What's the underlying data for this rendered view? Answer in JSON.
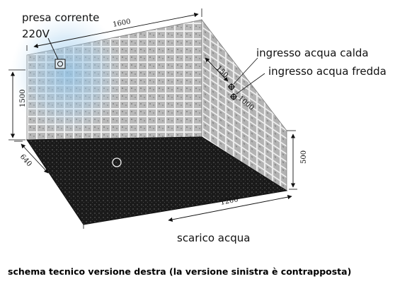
{
  "labels": {
    "outlet_line1": "presa corrente",
    "outlet_line2": "220V",
    "hot_water": "ingresso acqua calda",
    "cold_water": "ingresso acqua fredda",
    "drain": "scarico acqua"
  },
  "dimensions": {
    "back_wall_width": "1600",
    "wall_height": "1500",
    "floor_depth_left": "640",
    "floor_width_front": "1200",
    "floor_depth_right": "500",
    "inlet_spacing": "150",
    "inlet_height": "1000"
  },
  "caption": "schema tecnico versione destra (la versione sinistra è contrapposta)",
  "colors": {
    "floor": "#1c1c1c",
    "wall_tile": "#bdbdbd",
    "wall_grout": "#f2f2f2",
    "highlight": "#8fc3e8"
  }
}
